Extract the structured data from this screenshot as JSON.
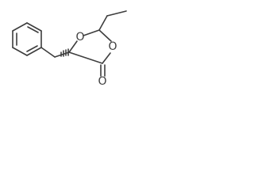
{
  "molecule": {
    "atom_labels": {
      "ring_oxygen_top": "O",
      "ring_oxygen_right": "O",
      "carbonyl_oxygen": "O"
    },
    "stereo_bond": "hashed-wedge",
    "line_color": "#3d3d3d",
    "background": "#ffffff"
  }
}
